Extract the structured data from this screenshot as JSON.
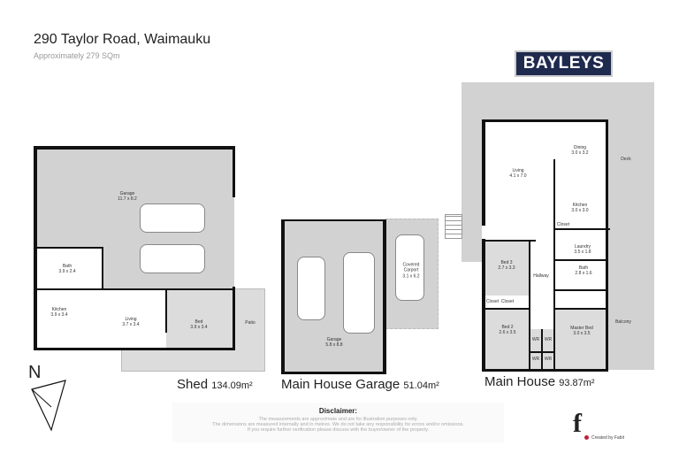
{
  "header": {
    "title": "290 Taylor Road, Waimauku",
    "subtitle": "Approximately 279 SQm",
    "logo": "BAYLEYS"
  },
  "colors": {
    "logo_bg": "#1f2a4f",
    "room_grey": "#d2d2d2",
    "wall": "#111111",
    "fabit_dot": "#c0203a"
  },
  "shed": {
    "name": "Shed",
    "area": "134.09m²",
    "rooms": {
      "garage": {
        "name": "Garage",
        "dim": "11.7 x 8.2"
      },
      "bath": {
        "name": "Bath",
        "dim": "3.9 x 2.4"
      },
      "kitchen": {
        "name": "Kitchen",
        "dim": "3.9 x 3.4"
      },
      "living": {
        "name": "Living",
        "dim": "3.7 x 3.4"
      },
      "bed": {
        "name": "Bed",
        "dim": "3.9 x 3.4"
      },
      "patio": {
        "name": "Patio"
      }
    }
  },
  "garage": {
    "name": "Main House Garage",
    "area": "51.04m²",
    "rooms": {
      "garage": {
        "name": "Garage",
        "dim": "5.8 x 8.8"
      },
      "carport": {
        "name": "Covered Carport",
        "dim": "3.1 x 6.2"
      }
    }
  },
  "house": {
    "name": "Main House",
    "area": "93.87m²",
    "rooms": {
      "living": {
        "name": "Living",
        "dim": "4.1 x 7.0"
      },
      "dining": {
        "name": "Dining",
        "dim": "3.0 x 3.2"
      },
      "kitchen": {
        "name": "Kitchen",
        "dim": "3.0 x 3.0"
      },
      "closet": {
        "name": "Closet"
      },
      "laundry": {
        "name": "Laundry",
        "dim": "3.5 x 1.8"
      },
      "bed3": {
        "name": "Bed 3",
        "dim": "2.7 x 3.3"
      },
      "bath": {
        "name": "Bath",
        "dim": "2.8 x 1.6"
      },
      "hallway": {
        "name": "Hallway"
      },
      "closet2": {
        "name": "Closet"
      },
      "closet3": {
        "name": "Closet"
      },
      "bed2": {
        "name": "Bed 2",
        "dim": "2.6 x 3.5"
      },
      "master": {
        "name": "Master Bed",
        "dim": "3.0 x 3.5"
      },
      "wr": "WR",
      "deck": {
        "name": "Deck"
      },
      "balcony": {
        "name": "Balcony"
      }
    }
  },
  "north": "N",
  "disclaimer": {
    "title": "Disclaimer:",
    "lines": [
      "The measurements are approximate and are for illustration purposes only.",
      "The dimensions are measured internally and in metres. We do not take any responsibility for errors and/or omissions.",
      "If you require further verification please discuss with the buyer/owner of the property."
    ]
  },
  "fabit": {
    "mark": "f",
    "credit": "Created by Fabit"
  }
}
